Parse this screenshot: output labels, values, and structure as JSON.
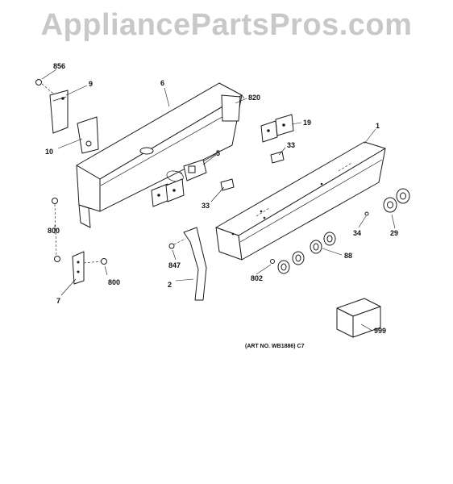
{
  "watermark": "AppliancePartsPros.com",
  "callouts": {
    "c856": "856",
    "c9": "9",
    "c6": "6",
    "c820": "820",
    "c10": "10",
    "c5": "5",
    "c19": "19",
    "c1": "1",
    "c33a": "33",
    "c33b": "33",
    "c800a": "800",
    "c800b": "800",
    "c7": "7",
    "c847": "847",
    "c2": "2",
    "c802": "802",
    "c88": "88",
    "c34": "34",
    "c29": "29",
    "c999": "999"
  },
  "caption": "(ART NO. WB1886) C7"
}
